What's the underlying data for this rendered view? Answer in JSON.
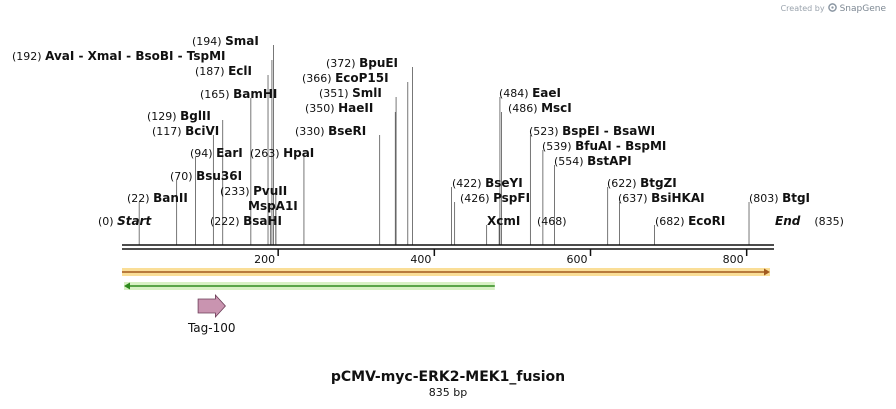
{
  "branding": {
    "prefix": "Created by",
    "name": "SnapGene"
  },
  "plasmid": {
    "name": "pCMV-myc-ERK2-MEK1_fusion",
    "size_label": "835 bp",
    "length": 835
  },
  "sites": [
    {
      "pos": "(0)",
      "name": "Start",
      "italic": true,
      "bp": 0
    },
    {
      "pos": "(22)",
      "name": "BanII",
      "bp": 22
    },
    {
      "pos": "(70)",
      "name": "Bsu36I",
      "bp": 70
    },
    {
      "pos": "(94)",
      "name": "EarI",
      "bp": 94
    },
    {
      "pos": "(117)",
      "name": "BciVI",
      "bp": 117
    },
    {
      "pos": "(129)",
      "name": "BglII",
      "bp": 129
    },
    {
      "pos": "(165)",
      "name": "BamHI",
      "bp": 165
    },
    {
      "pos": "(187)",
      "name": "EclI",
      "bp": 187
    },
    {
      "pos": "(192)",
      "name": "AvaI - XmaI - BsoBI - TspMI",
      "bp": 192
    },
    {
      "pos": "(194)",
      "name": "SmaI",
      "bp": 194
    },
    {
      "pos": "(222)",
      "name": "BsaHI",
      "bp": 190
    },
    {
      "pos": "(233)",
      "name": "PvuII",
      "bp": 197
    },
    {
      "pos": "",
      "name": "MspA1I",
      "bp": 197
    },
    {
      "pos": "(263)",
      "name": "HpaI",
      "bp": 233
    },
    {
      "pos": "(330)",
      "name": "BseRI",
      "bp": 330
    },
    {
      "pos": "(350)",
      "name": "HaeII",
      "bp": 350
    },
    {
      "pos": "(351)",
      "name": "SmlI",
      "bp": 351
    },
    {
      "pos": "(366)",
      "name": "EcoP15I",
      "bp": 366
    },
    {
      "pos": "(372)",
      "name": "BpuEI",
      "bp": 372
    },
    {
      "pos": "(422)",
      "name": "BseYI",
      "bp": 422
    },
    {
      "pos": "(426)",
      "name": "PspFI",
      "bp": 426
    },
    {
      "pos": "",
      "name": "XcmI",
      "bp": 467
    },
    {
      "pos": "(468)",
      "name": "",
      "bp": 483
    },
    {
      "pos": "(484)",
      "name": "EaeI",
      "bp": 484
    },
    {
      "pos": "(486)",
      "name": "MscI",
      "bp": 486
    },
    {
      "pos": "(523)",
      "name": "BspEI - BsaWI",
      "bp": 523
    },
    {
      "pos": "(539)",
      "name": "BfuAI - BspMI",
      "bp": 539
    },
    {
      "pos": "(554)",
      "name": "BstAPI",
      "bp": 554
    },
    {
      "pos": "(622)",
      "name": "BtgZI",
      "bp": 622
    },
    {
      "pos": "(637)",
      "name": "BsiHKAI",
      "bp": 637
    },
    {
      "pos": "(682)",
      "name": "EcoRI",
      "bp": 682
    },
    {
      "pos": "(803)",
      "name": "BtgI",
      "bp": 803
    },
    {
      "pos": "(835)",
      "name": "End",
      "italic": true,
      "bp": 835
    }
  ],
  "ticks": [
    {
      "label": "200",
      "bp": 200
    },
    {
      "label": "400",
      "bp": 400
    },
    {
      "label": "600",
      "bp": 600
    },
    {
      "label": "800",
      "bp": 800
    }
  ],
  "features": [
    {
      "name": "orange-arrow",
      "start": 0,
      "end": 835,
      "direction": "forward",
      "color": "#f5c242",
      "line": "#a25a1e"
    },
    {
      "name": "green-arrow",
      "start": 0,
      "end": 480,
      "direction": "reverse",
      "color": "#d8f0c4",
      "line": "#2f8a1e"
    },
    {
      "name": "Tag-100",
      "label": "Tag-100",
      "start": 100,
      "end": 135,
      "direction": "forward",
      "color": "#c994b0",
      "line": "#6b3d57"
    }
  ]
}
